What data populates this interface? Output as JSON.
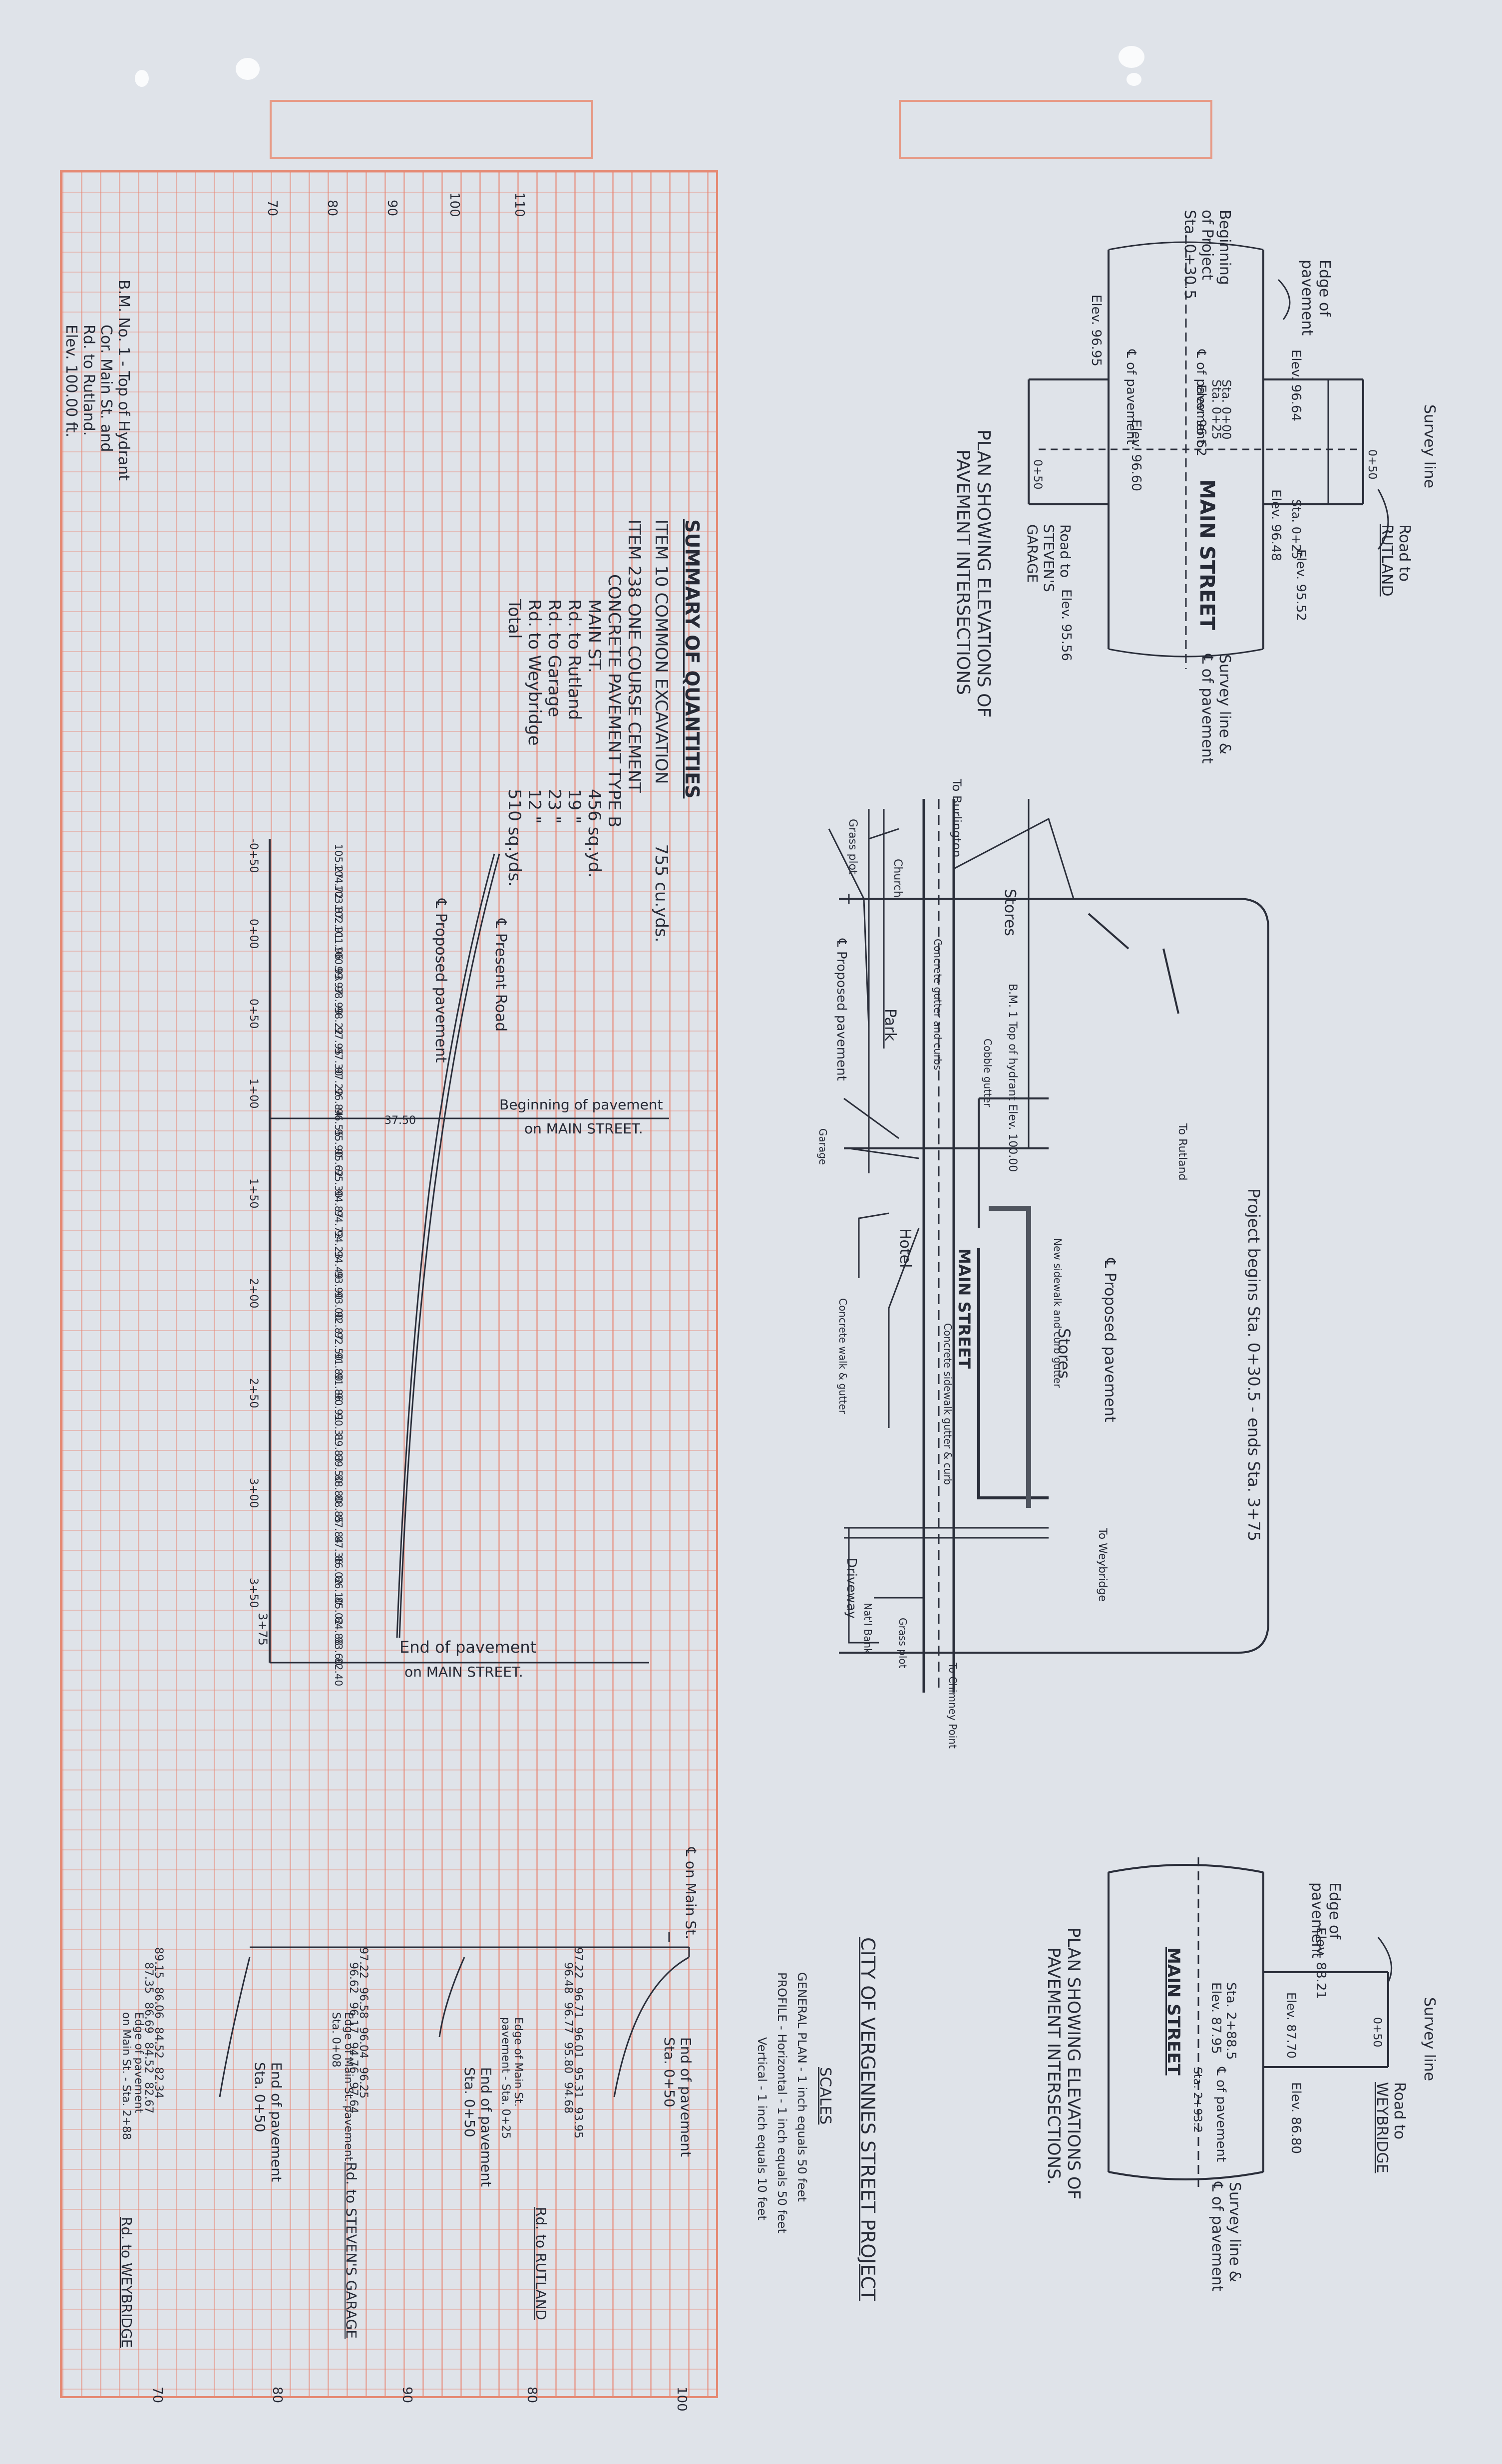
{
  "summary": {
    "heading": "SUMMARY OF QUANTITIES",
    "item10_label": "ITEM 10   COMMON EXCAVATION",
    "item10_qty": "755 cu.yds.",
    "item238_label": "ITEM 238   ONE COURSE CEMENT",
    "item238_sub": "CONCRETE PAVEMENT TYPE B",
    "rows": [
      {
        "label": "MAIN ST.",
        "qty": "456 sq.yd."
      },
      {
        "label": "Rd. to Rutland",
        "qty": "19 \""
      },
      {
        "label": "Rd. to Garage",
        "qty": "23 \""
      },
      {
        "label": "Rd. to Weybridge",
        "qty": "12 \""
      },
      {
        "label": "Total",
        "qty": "510 sq.yds."
      }
    ],
    "bm_lines": [
      "B.M. No. 1 - Top of Hydrant",
      "Cor. Main St. and",
      "Rd. to Rutland.",
      "Elev. 100.00 ft."
    ]
  },
  "top_plan": {
    "title_lines": [
      "PLAN SHOWING ELEVATIONS OF",
      "PAVEMENT INTERSECTIONS"
    ],
    "beginning": [
      "Beginning",
      "of Project",
      "Sta. 0+30.5"
    ],
    "edge": [
      "Edge of",
      "pavement"
    ],
    "survey_line": "Survey line",
    "road": [
      "Road to",
      "RUTLAND"
    ],
    "street": "MAIN STREET",
    "survey_cl": [
      "Survey line &",
      "℄ of pavement"
    ],
    "garage": [
      "Road to",
      "STEVEN'S",
      "GARAGE"
    ],
    "elevs": [
      "Elev. 96.64",
      "Elev. 96.95",
      "Elev. 96.62",
      "Elev. 96.60",
      "Elev. 96.48",
      "Elev. 95.52",
      "Elev. 95.56"
    ],
    "stations": [
      "Sta. 0+00",
      "Sta. 0+25",
      "Sta. 0+25",
      "0+50",
      "0+50"
    ],
    "cl_labels": [
      "℄ of pavement",
      "℄ of pavement"
    ]
  },
  "site_plan": {
    "labels": {
      "burlington": "To Burlington",
      "grass1": "Grass plot",
      "church": "Church",
      "stores": "Stores",
      "park": "Park",
      "proposed": "℄ Proposed pavement",
      "concrete_gutter": "Concrete gutter and curbs",
      "bm1": "B.M. 1 Top of hydrant Elev. 100.00",
      "cobble": "Cobble gutter",
      "rutland": "To Rutland",
      "project": "Project begins Sta. 0+30.5 - ends Sta. 3+75",
      "hotel": "Hotel",
      "main_street": "MAIN STREET",
      "stores2": "Stores",
      "proposed2": "℄ Proposed pavement",
      "new_sidewalk": "New sidewalk and curb gutter",
      "concrete_curb": "Concrete sidewalk gutter & curb",
      "weybridge": "To Weybridge",
      "driveway": "Driveway",
      "bank": "Nat'l Bank",
      "grass2": "Grass plot",
      "to_city": "To Chimney Point",
      "garage_label": "Garage",
      "concrete_walk": "Concrete walk & gutter"
    }
  },
  "profile": {
    "present_road": "℄ Present Road",
    "proposed": "℄ Proposed pavement",
    "begin": [
      "Beginning of pavement",
      "on MAIN STREET."
    ],
    "end": [
      "End of pavement",
      "on MAIN STREET."
    ],
    "elev_axis": [
      "70",
      "80",
      "90",
      "100",
      "110"
    ],
    "stations": [
      "3+50",
      "3+00",
      "2+50",
      "2+00",
      "1+50",
      "1+00",
      "0+50",
      "0+00",
      "-0+50"
    ],
    "elev_pairs": [
      "105.27",
      "104.72",
      "103.87",
      "102.91",
      "101.96",
      "100.93",
      "99.97",
      "98.99",
      "98.22",
      "97.95",
      "97.30",
      "97.22",
      "96.84",
      "96.55",
      "95.90",
      "95.62",
      "95.30",
      "94.87",
      "94.72",
      "94.23",
      "94.49",
      "93.90",
      "93.00",
      "92.87",
      "92.50",
      "91.80",
      "91.86",
      "90.91",
      "90.31",
      "89.83",
      "89.50",
      "88.80",
      "88.85",
      "87.84",
      "87.36",
      "86.02",
      "86.10",
      "85.02",
      "84.88",
      "83.60",
      "82.40"
    ],
    "sta_3750": "37.50",
    "end_sta": "3+75"
  },
  "bottom_plan": {
    "title_lines": [
      "PLAN SHOWING ELEVATIONS OF",
      "PAVEMENT INTERSECTIONS."
    ],
    "edge": [
      "Edge of",
      "pavement"
    ],
    "survey_line": "Survey line",
    "road": [
      "Road to",
      "WEYBRIDGE"
    ],
    "street": "MAIN STREET",
    "survey_cl": [
      "Survey line &",
      "℄ of pavement"
    ],
    "sta": [
      "Sta. 2+88.5",
      "Elev. 87.95"
    ],
    "elevs": [
      "Elev. 88.21",
      "Elev. 87.70",
      "Elev. 86.80"
    ],
    "cl": "℄ of pavement",
    "sta2": "Sta. 2+93.2",
    "sta3": "0+50"
  },
  "project_title": {
    "title": "CITY OF VERGENNES STREET PROJECT",
    "scales": "SCALES",
    "general": "GENERAL PLAN - 1 inch equals 50 feet",
    "profile": "PROFILE - Horizontal - 1 inch equals 50 feet",
    "vertical": "Vertical - 1 inch equals 10 feet"
  },
  "small_profiles": {
    "cl_main": "℄ on Main St.",
    "end1": [
      "End of pavement",
      "Sta. 0+50"
    ],
    "end2": [
      "End of pavement",
      "Sta. 0+50"
    ],
    "end3": [
      "End of pavement",
      "Sta. 0+50"
    ],
    "rutland": "Rd. to RUTLAND",
    "garage": "Rd. to STEVEN'S GARAGE",
    "weybridge": "Rd. to WEYBRIDGE",
    "edge_main": [
      "Edge of Main St.",
      "pavement - Sta. 0+25"
    ],
    "edge_main2": [
      "Edge of Main St. pavement",
      "Sta. 0+08"
    ],
    "edge_weybridge": [
      "Edge of pavement",
      "on Main St. - Sta. 2+88"
    ],
    "axis": [
      "70",
      "80",
      "90",
      "100"
    ],
    "vals_left": [
      "89.15",
      "87.35",
      "86.06",
      "86.69",
      "84.52",
      "84.52",
      "82.34",
      "82.67"
    ],
    "vals_mid": [
      "97.22",
      "96.62",
      "96.58",
      "96.17",
      "96.04",
      "94.76",
      "96.25",
      "97.64"
    ],
    "vals_right": [
      "97.22",
      "96.48",
      "96.71",
      "96.77",
      "96.01",
      "95.80",
      "95.31",
      "94.68",
      "93.95"
    ]
  }
}
